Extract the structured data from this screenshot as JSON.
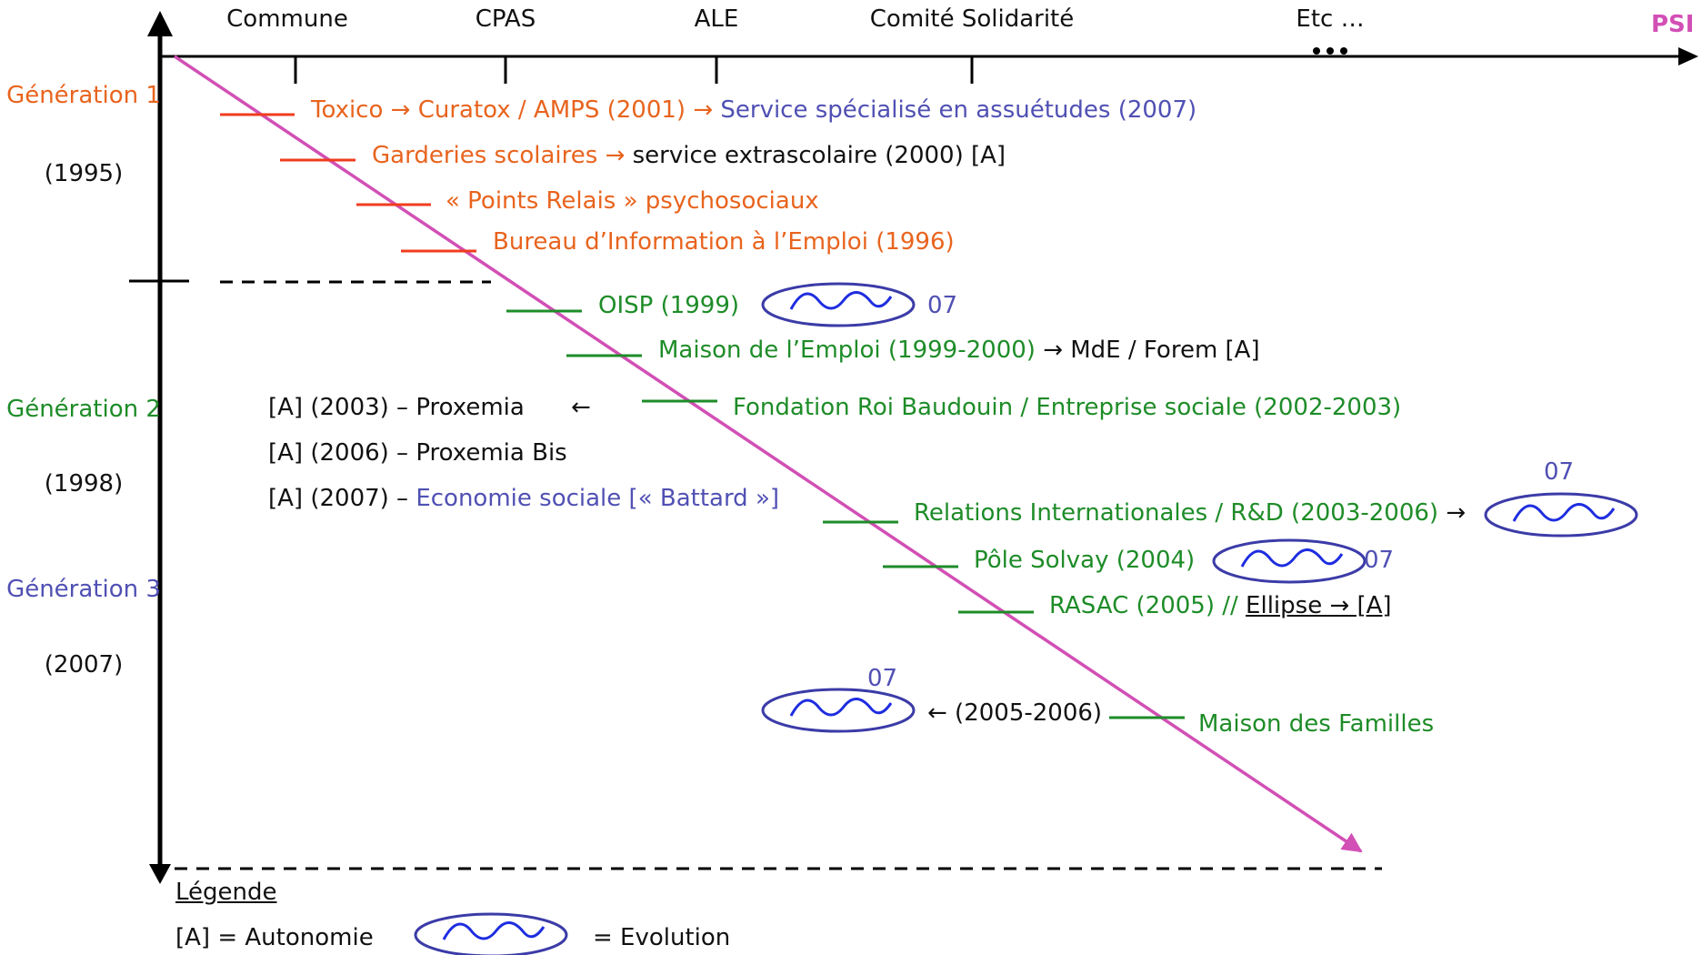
{
  "colors": {
    "orange": "#e8641e",
    "red": "#f03c1e",
    "green": "#1e8c28",
    "blue": "#5050b4",
    "pink": "#d24fb5",
    "black": "#111111"
  },
  "top_axis": {
    "labels": [
      "Commune",
      "CPAS",
      "ALE",
      "Comité Solidarité",
      "Etc …"
    ],
    "end_label": "PSI"
  },
  "generations": [
    {
      "label": "Génération 1",
      "year": "(1995)"
    },
    {
      "label": "Génération 2",
      "year": "(1998)"
    },
    {
      "label": "Génération 3",
      "year": "(2007)"
    }
  ],
  "items": {
    "toxico": {
      "a": "Toxico → Curatox / AMPS (2001) → ",
      "b": "Service spécialisé en assuétudes (2007)"
    },
    "garderies": {
      "a": "Garderies scolaires → ",
      "b": "service extrascolaire (2000) [A]"
    },
    "points_relais": "« Points Relais » psychosociaux",
    "bureau": "Bureau d’Information à l’Emploi (1996)",
    "oisp": "OISP (1999)",
    "maison_emploi": {
      "a": "Maison de l’Emploi (1999-2000) ",
      "b": "→ MdE / Forem [A]"
    },
    "fondation": "Fondation Roi Baudouin / Entreprise sociale (2002-2003)",
    "proxemia": {
      "line": "[A] (2003) – Proxemia",
      "arrow": "←"
    },
    "proxemia_bis": "[A] (2006) – Proxemia Bis",
    "economie": {
      "a": "[A] (2007) – ",
      "b": "Economie sociale [« Battard »]"
    },
    "relations": {
      "a": "Relations Internationales / R&D (2003-2006) ",
      "b": "→"
    },
    "pole_solvay": "Pôle Solvay (2004)",
    "rasac": {
      "a": "RASAC (2005) // ",
      "b": "Ellipse → [A]"
    },
    "maison_familles": {
      "arrow_text": "← (2005-2006)",
      "label": "Maison des Familles"
    }
  },
  "evolution_marker": "07",
  "legend": {
    "title": "Légende",
    "autonomie": "[A] = Autonomie",
    "evolution": "= Evolution"
  }
}
